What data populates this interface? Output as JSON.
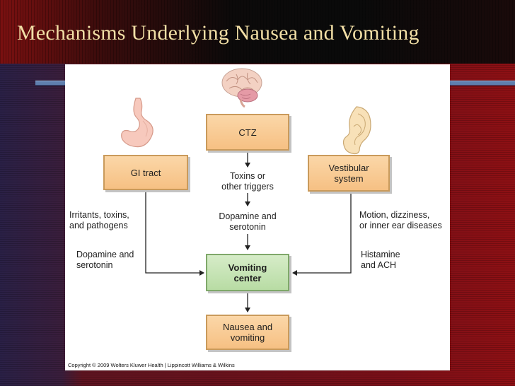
{
  "slide": {
    "title": "Mechanisms Underlying Nausea and Vomiting"
  },
  "diagram": {
    "nodes": {
      "ctz": "CTZ",
      "gi_tract": "GI tract",
      "vestibular": "Vestibular\nsystem",
      "vomiting_center": "Vomiting\ncenter",
      "nausea": "Nausea and\nvomiting"
    },
    "labels": {
      "toxins": "Toxins or\nother triggers",
      "dopamine_center": "Dopamine and\nserotonin",
      "irritants": "Irritants, toxins,\nand pathogens",
      "dopamine_left": "Dopamine and\nserotonin",
      "motion": "Motion, dizziness,\nor inner ear diseases",
      "histamine": "Histamine\nand ACH"
    },
    "icons": [
      "brain-icon",
      "stomach-icon",
      "ear-icon"
    ],
    "copyright": "Copyright © 2009 Wolters Kluwer Health | Lippincott Williams & Wilkins"
  },
  "colors": {
    "title": "#f2dfa6",
    "box_fill": "#f6c083",
    "center_fill": "#b8dca4",
    "rule": "#5f7fae"
  }
}
